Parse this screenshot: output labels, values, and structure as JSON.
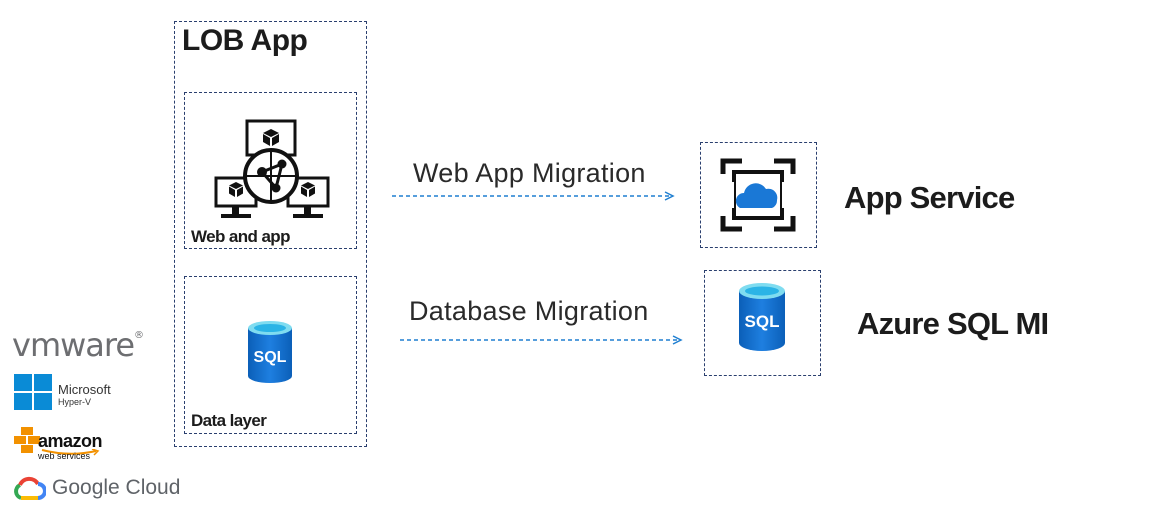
{
  "lob": {
    "title": "LOB App"
  },
  "tiers": {
    "web": {
      "label": "Web and app"
    },
    "data": {
      "label": "Data layer"
    }
  },
  "migrations": {
    "web": {
      "label": "Web App Migration"
    },
    "db": {
      "label": "Database Migration"
    }
  },
  "targets": {
    "app_service": {
      "label": "App Service"
    },
    "sql_mi": {
      "label": "Azure SQL MI"
    }
  },
  "sql_icon_text": "SQL",
  "platforms": {
    "vmware": {
      "text": "vmware",
      "mark": "®"
    },
    "hyperv": {
      "line1": "Microsoft",
      "line2": "Hyper-V"
    },
    "aws": {
      "line1": "amazon",
      "line2": "web services"
    },
    "gcloud": {
      "text": "Google Cloud"
    }
  },
  "colors": {
    "border": "#2a3f6e",
    "arrow": "#1f7fd1",
    "azure_blue": "#1a6fc9",
    "windows_blue": "#0a8bd6",
    "aws_orange": "#f29100"
  },
  "icons": {
    "web": "web-app-network-icon",
    "sql": "sql-database-icon",
    "app_service": "app-service-icon"
  }
}
